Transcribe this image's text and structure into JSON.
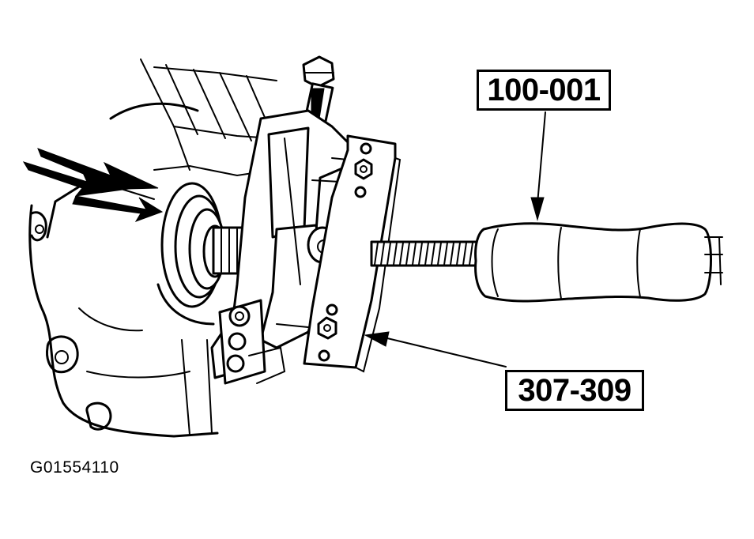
{
  "labels": {
    "tool_handle": "100-001",
    "tool_puller": "307-309",
    "figure_id": "G01554110"
  }
}
